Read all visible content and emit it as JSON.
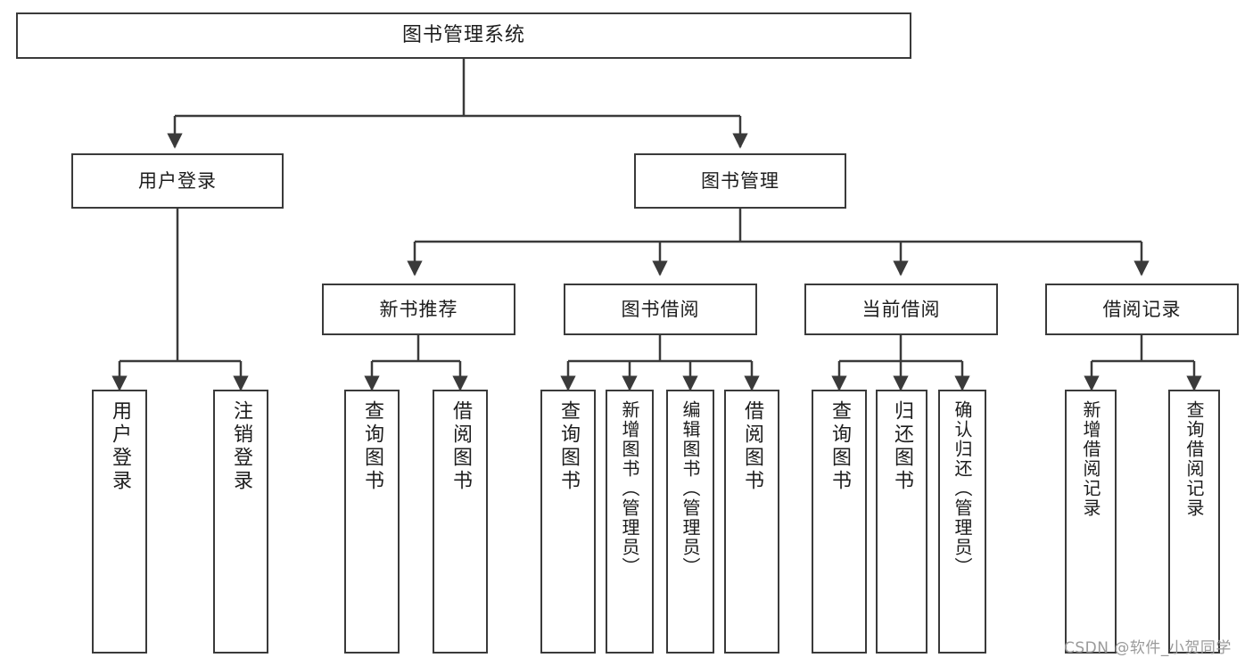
{
  "diagram": {
    "title": "图书管理系统",
    "type": "tree",
    "watermark": "CSDN @软件_小贺同学",
    "colors": {
      "background": "#ffffff",
      "border": "#3a3a3a",
      "edge": "#3a3a3a",
      "text": "#1d1d1d",
      "watermark": "#9a9a9a"
    },
    "nodes": {
      "root": "图书管理系统",
      "level1": [
        "用户登录",
        "图书管理"
      ],
      "level2": [
        "新书推荐",
        "图书借阅",
        "当前借阅",
        "借阅记录"
      ],
      "leaves_user_login": [
        "用户登录",
        "注销登录"
      ],
      "leaves_new_book": [
        "查询图书",
        "借阅图书"
      ],
      "leaves_borrow": [
        "查询图书",
        "新增图书（管理员）",
        "编辑图书（管理员）",
        "借阅图书"
      ],
      "leaves_current": [
        "查询图书",
        "归还图书",
        "确认归还（管理员）"
      ],
      "leaves_record": [
        "新增借阅记录",
        "查询借阅记录"
      ]
    },
    "edges": [
      {
        "from": "图书管理系统",
        "to": "用户登录"
      },
      {
        "from": "图书管理系统",
        "to": "图书管理"
      },
      {
        "from": "图书管理",
        "to": "新书推荐"
      },
      {
        "from": "图书管理",
        "to": "图书借阅"
      },
      {
        "from": "图书管理",
        "to": "当前借阅"
      },
      {
        "from": "图书管理",
        "to": "借阅记录"
      },
      {
        "from": "用户登录",
        "to": "用户登录"
      },
      {
        "from": "用户登录",
        "to": "注销登录"
      },
      {
        "from": "新书推荐",
        "to": "查询图书"
      },
      {
        "from": "新书推荐",
        "to": "借阅图书"
      },
      {
        "from": "图书借阅",
        "to": "查询图书"
      },
      {
        "from": "图书借阅",
        "to": "新增图书（管理员）"
      },
      {
        "from": "图书借阅",
        "to": "编辑图书（管理员）"
      },
      {
        "from": "图书借阅",
        "to": "借阅图书"
      },
      {
        "from": "当前借阅",
        "to": "查询图书"
      },
      {
        "from": "当前借阅",
        "to": "归还图书"
      },
      {
        "from": "当前借阅",
        "to": "确认归还（管理员）"
      },
      {
        "from": "借阅记录",
        "to": "新增借阅记录"
      },
      {
        "from": "借阅记录",
        "to": "查询借阅记录"
      }
    ]
  }
}
